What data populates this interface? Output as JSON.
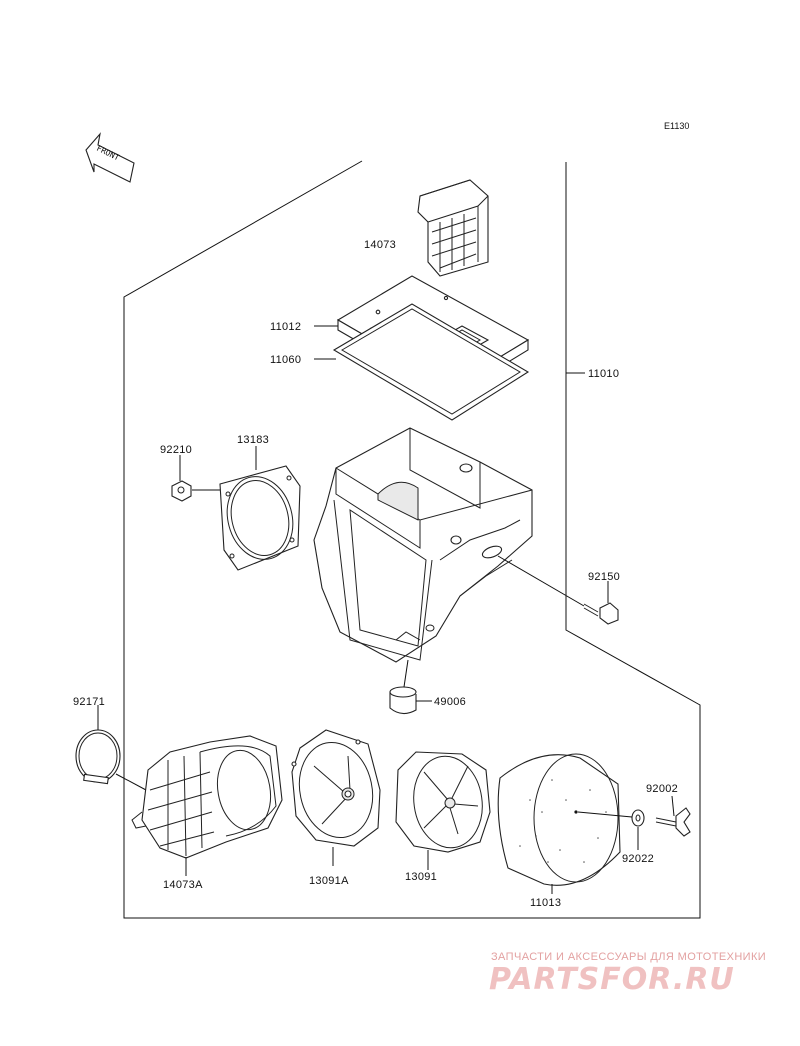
{
  "diagram_code": "E1130",
  "front_arrow_label": "FRONT",
  "parts": {
    "p14073": "14073",
    "p11012": "11012",
    "p11060": "11060",
    "p11010": "11010",
    "p92210": "92210",
    "p13183": "13183",
    "p92150": "92150",
    "p49006": "49006",
    "p92171": "92171",
    "p92002": "92002",
    "p92022": "92022",
    "p14073A": "14073A",
    "p13091A": "13091A",
    "p13091": "13091",
    "p11013": "11013"
  },
  "watermark": {
    "subtitle": "ЗАПЧАСТИ И АКСЕССУАРЫ ДЛЯ МОТОТЕХНИКИ",
    "brand": "PARTSFOR.RU"
  },
  "colors": {
    "line": "#111111",
    "watermark": "#f0c1c1"
  }
}
